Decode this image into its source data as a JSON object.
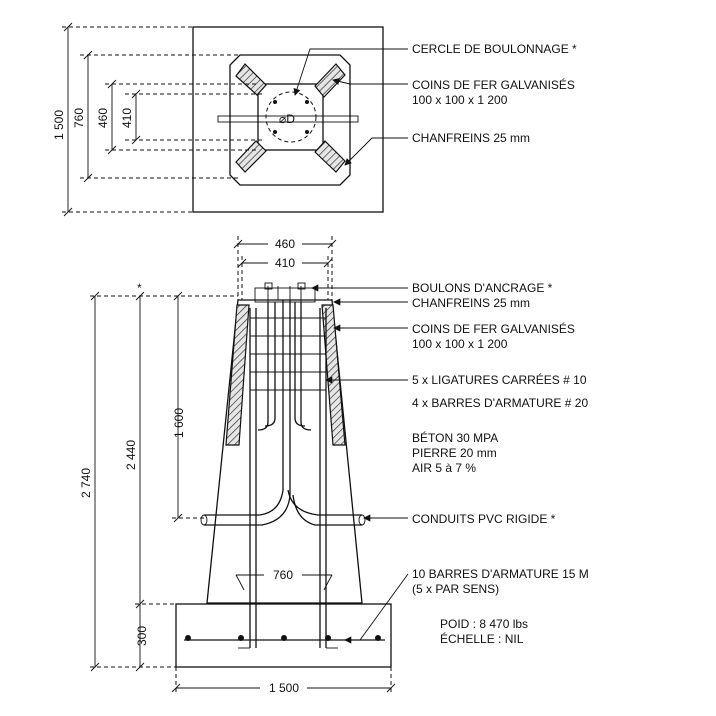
{
  "plan": {
    "dims": {
      "d1500": "1 500",
      "d760": "760",
      "d460": "460",
      "d410": "410"
    },
    "bolt_label": "⌀D",
    "labels": {
      "bolt_circle": "CERCLE DE BOULONNAGE *",
      "corners_l1": "COINS DE FER GALVANISÉS",
      "corners_l2": "100 x 100 x 1 200",
      "chamfers": "CHANFREINS 25 mm"
    }
  },
  "elevation": {
    "dims": {
      "top460": "460",
      "top410": "410",
      "d2740": "2 740",
      "d2440": "2 440",
      "d1600": "1 600",
      "d300": "300",
      "d760": "760",
      "d1500": "1 500",
      "star": "*"
    },
    "labels": {
      "anchor_bolts": "BOULONS D'ANCRAGE *",
      "chamfers": "CHANFREINS 25 mm",
      "corners_l1": "COINS DE FER GALVANISÉS",
      "corners_l2": "100 x 100 x 1 200",
      "ties": "5 x LIGATURES CARRÉES # 10",
      "bars20": "4 x BARRES D'ARMATURE # 20",
      "concrete": "BÉTON 30 MPA",
      "stone": "PIERRE 20 mm",
      "air": "AIR 5 à 7 %",
      "conduits": "CONDUITS PVC RIGIDE *",
      "bars15_l1": "10 BARRES D'ARMATURE 15 M",
      "bars15_l2": "(5 x PAR SENS)",
      "weight": "POID : 8 470 lbs",
      "scale": "ÉCHELLE : NIL"
    }
  }
}
